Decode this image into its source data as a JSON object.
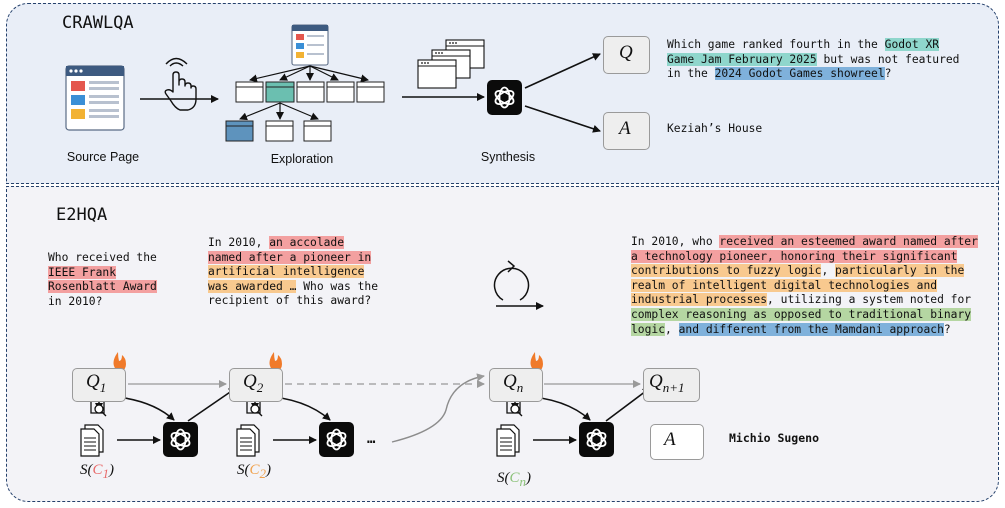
{
  "top": {
    "title": "CRAWLQA",
    "labels": {
      "source": "Source Page",
      "exploration": "Exploration",
      "synthesis": "Synthesis"
    },
    "q_symbol": "Q",
    "a_symbol": "A",
    "question": {
      "l1_a": "Which game ranked fourth in the ",
      "l1_b": "Godot XR",
      "l2_a": "Game Jam February 2025",
      "l2_b": " but was not featured",
      "l3_a": "in the ",
      "l3_b": "2024 Godot Games showreel",
      "l3_c": "?"
    },
    "answer": "Keziah’s House"
  },
  "bottom": {
    "title": "E2HQA",
    "q1": {
      "l1": "Who received the",
      "l2": "IEEE Frank",
      "l3": "Rosenblatt Award",
      "l4": "in 2010?"
    },
    "q2": {
      "l1_a": "In 2010, ",
      "l1_b": "an accolade",
      "l2": "named after a pioneer in",
      "l3": "artificial intelligence",
      "l4_a": "was awarded …",
      "l4_b": " Who was the",
      "l5": "recipient of this award?"
    },
    "qn": {
      "l1_a": "In 2010, who ",
      "l1_b": "received an esteemed award named after",
      "l2": "a technology pioneer, honoring their significant",
      "l3_a": "contributions to fuzzy logic",
      "l3_b": ", ",
      "l3_c": "particularly in the",
      "l4": "realm of intelligent digital technologies and",
      "l5_a": "industrial processes",
      "l5_b": ", ",
      "l5_c": "utilizing a system noted for",
      "l6": "complex reasoning as opposed to traditional binary",
      "l7_a": "logic",
      "l7_b": ", ",
      "l7_c": "and different from the Mamdani approach",
      "l7_d": "?"
    },
    "nodes": {
      "q": "Q",
      "sub1": "1",
      "sub2": "2",
      "subn": "n",
      "subn1": "n+1",
      "a": "A"
    },
    "s_labels": {
      "s_prefix": "S(",
      "c": "C",
      "s1": "1",
      "s2": "2",
      "sn": "n",
      "close": ")"
    },
    "ellipsis": "…",
    "answer": "Michio Sugeno"
  },
  "colors": {
    "border": "#24406b",
    "top_bg": "#e9eef7",
    "bottom_bg": "#f3f3f7",
    "red_hl": "#f3a0a0",
    "orange_hl": "#f8c98f",
    "teal_hl": "#8fd6cc",
    "blue_hl": "#7fb1db",
    "green_hl": "#b5d6a2"
  }
}
